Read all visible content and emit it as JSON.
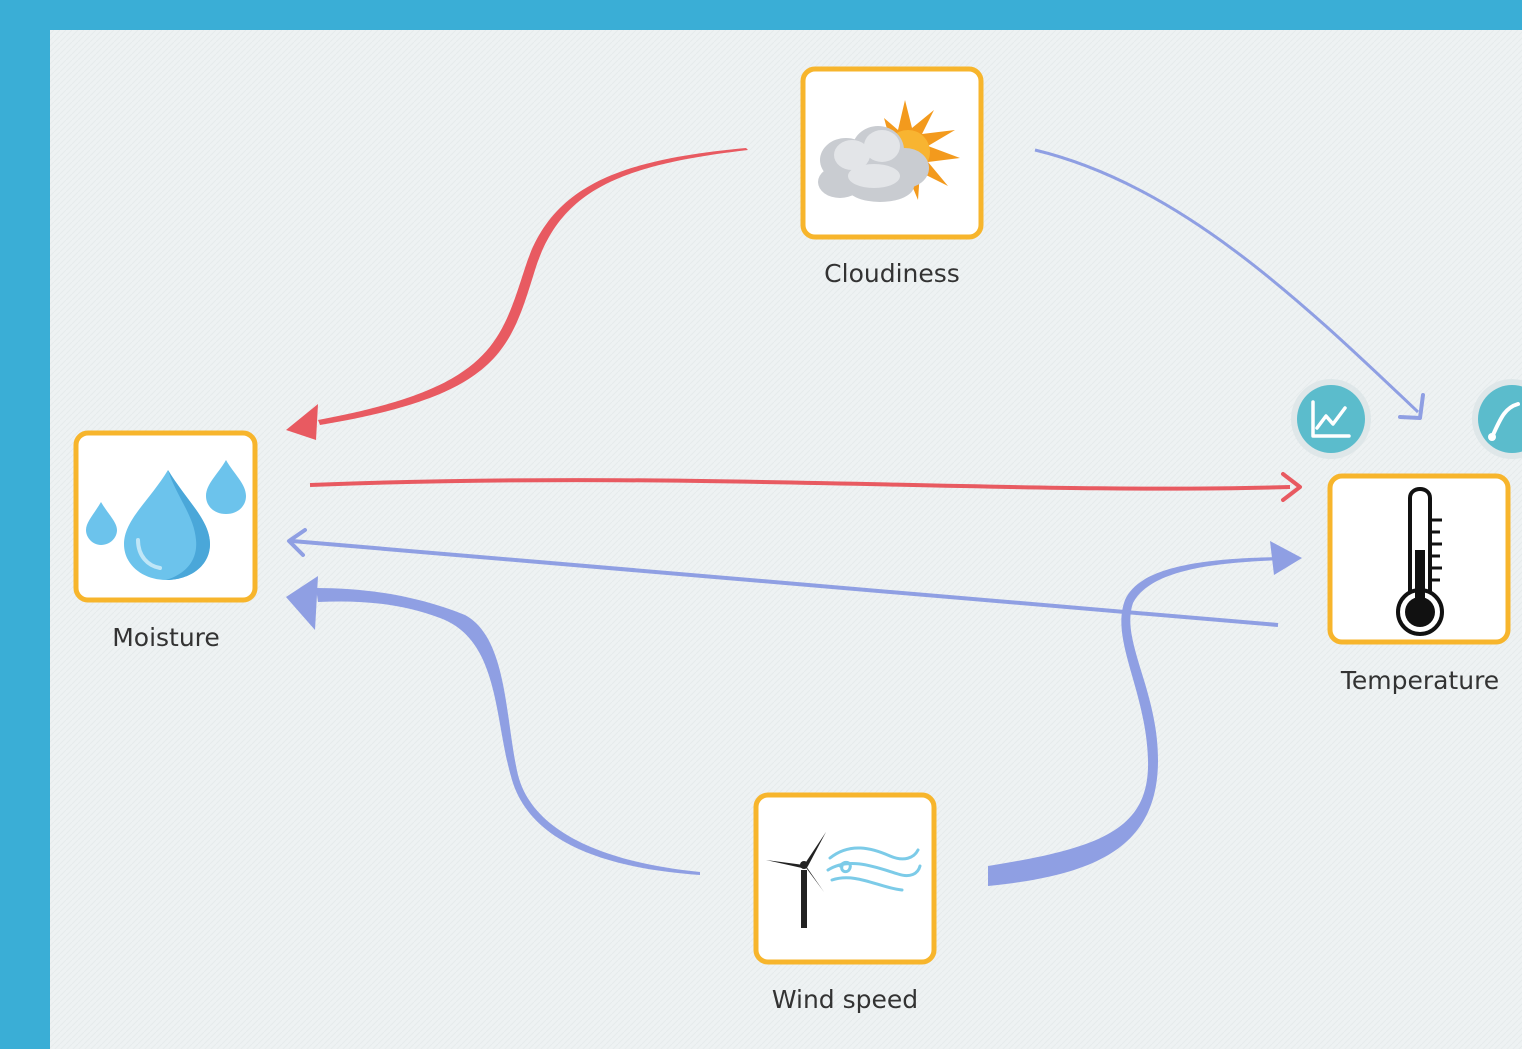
{
  "diagram": {
    "nodes": {
      "cloudiness": {
        "label": "Cloudiness",
        "icon": "cloud-sun-icon"
      },
      "moisture": {
        "label": "Moisture",
        "icon": "water-drops-icon"
      },
      "temperature": {
        "label": "Temperature",
        "icon": "thermometer-icon"
      },
      "wind_speed": {
        "label": "Wind speed",
        "icon": "wind-turbine-icon"
      }
    },
    "edges": [
      {
        "from": "Cloudiness",
        "to": "Moisture",
        "polarity": "increase",
        "strength": "strong"
      },
      {
        "from": "Cloudiness",
        "to": "Temperature",
        "polarity": "decrease",
        "strength": "weak"
      },
      {
        "from": "Moisture",
        "to": "Temperature",
        "polarity": "increase",
        "strength": "weak"
      },
      {
        "from": "Temperature",
        "to": "Moisture",
        "polarity": "decrease",
        "strength": "weak"
      },
      {
        "from": "Wind speed",
        "to": "Moisture",
        "polarity": "decrease",
        "strength": "strong"
      },
      {
        "from": "Wind speed",
        "to": "Temperature",
        "polarity": "decrease",
        "strength": "strong"
      }
    ],
    "selected_node_tools": [
      "chart-icon",
      "curve-icon"
    ]
  },
  "colors": {
    "frame": "#3aaed6",
    "canvas": "#eef2f3",
    "increase_link": "#e85a61",
    "decrease_link": "#8f9fe3",
    "node_border": "#f7b52c",
    "tool_button": "#5bbccc"
  }
}
